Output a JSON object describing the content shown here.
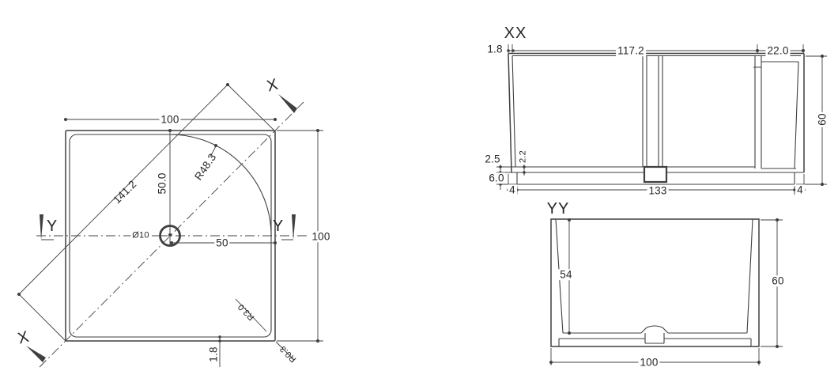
{
  "page": {
    "background": "#ffffff",
    "line_color": "#3f3f3f",
    "text_color": "#262626"
  },
  "plan_view": {
    "section_marker_x_top": "X",
    "section_marker_x_bottom": "X",
    "section_marker_y_left": "Y",
    "section_marker_y_right": "Y",
    "dim_width_top": "100",
    "dim_height_right": "100",
    "dim_diagonal": "141.2",
    "dim_center_to_top": "50.0",
    "dim_center_to_right": "50",
    "radius_corner_arc": "R48.3",
    "drain_diameter": "Ø10",
    "dim_rim_thickness": "1.8",
    "radius_inner_corner": "R3.0",
    "radius_outer_corner": "R0.3"
  },
  "section_xx": {
    "title": "XX",
    "dim_rim_thickness": "1.8",
    "dim_left_span": "117.2",
    "dim_right_span": "22.0",
    "dim_height": "60",
    "dim_floor_thickness": "2.5",
    "dim_recess_depth": "2.2",
    "dim_base_height": "6.0",
    "dim_base_inset_left": "4",
    "dim_base_length": "133",
    "dim_base_inset_right": "4"
  },
  "section_yy": {
    "title": "YY",
    "dim_inner_depth": "54",
    "dim_height": "60",
    "dim_width": "100"
  }
}
